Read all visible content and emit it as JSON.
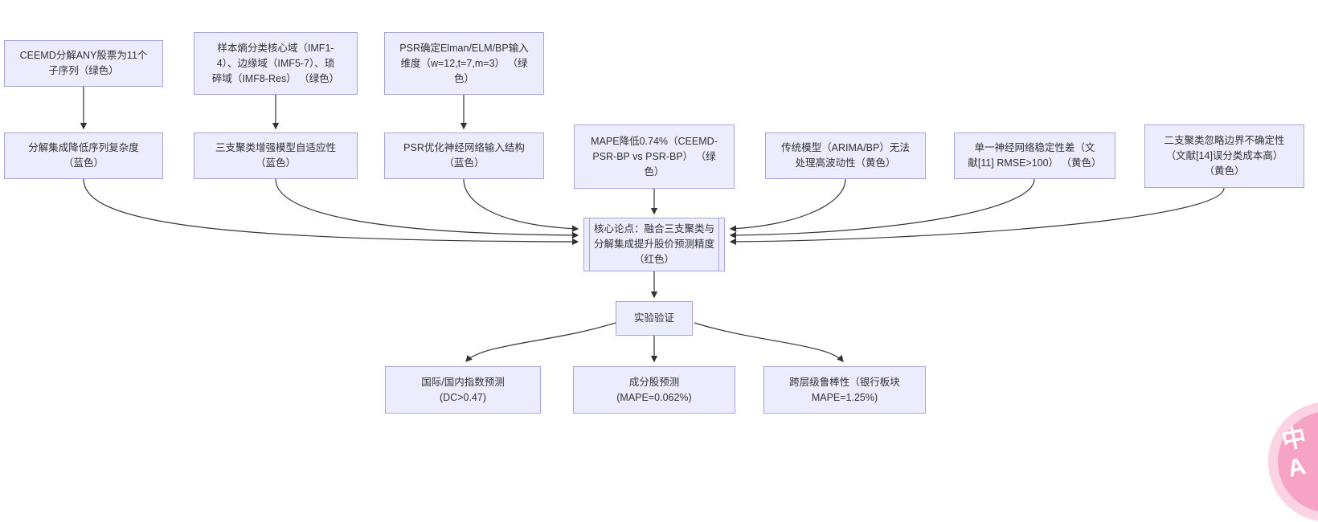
{
  "diagram": {
    "nodes": {
      "n1": {
        "text": "CEEMD分解ANY股票为11个\n子序列（绿色）"
      },
      "n2": {
        "text": "样本熵分类核心域（IMF1-\n4）、边缘域（IMF5-7）、琐\n碎域（IMF8-Res） （绿色）"
      },
      "n3": {
        "text": "PSR确定Elman/ELM/BP输入\n维度（w=12,t=7,m=3） （绿\n色）"
      },
      "n4": {
        "text": "分解集成降低序列复杂度\n（蓝色）"
      },
      "n5": {
        "text": "三支聚类增强模型自适应性\n（蓝色）"
      },
      "n6": {
        "text": "PSR优化神经网络输入结构\n（蓝色）"
      },
      "n7": {
        "text": "MAPE降低0.74%（CEEMD-\nPSR-BP vs PSR-BP） （绿\n色）"
      },
      "n8": {
        "text": "传统模型（ARIMA/BP）无法\n处理高波动性（黄色）"
      },
      "n9": {
        "text": "单一神经网络稳定性差（文\n献[11] RMSE>100） （黄色）"
      },
      "n10": {
        "text": "二支聚类忽略边界不确定性\n（文献[14]误分类成本高）\n（黄色）"
      },
      "core": {
        "text": "核心论点：融合三支聚类与\n分解集成提升股价预测精度\n（红色）"
      },
      "exp": {
        "text": "实验验证"
      },
      "b1": {
        "text": "国际/国内指数预测\n(DC>0.47)"
      },
      "b2": {
        "text": "成分股预测\n(MAPE=0.062%)"
      },
      "b3": {
        "text": "跨层级鲁棒性（银行板块\nMAPE=1.25%)"
      }
    },
    "badge": {
      "label": "中A"
    }
  },
  "colors": {
    "node_fill": "#ECECFF",
    "node_border": "#A7A5DA",
    "edge_color": "#333333",
    "text_color": "#333333",
    "badge_pink": "#F7A3C5",
    "badge_halo": "#FBD3E3"
  }
}
